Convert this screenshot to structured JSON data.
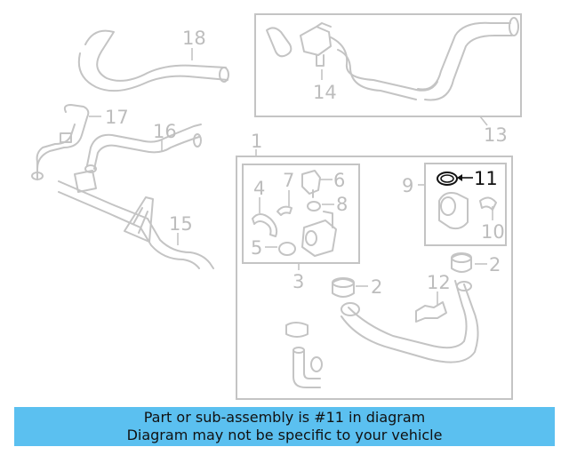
{
  "callouts": {
    "c1": "1",
    "c2a": "2",
    "c2b": "2",
    "c3": "3",
    "c4": "4",
    "c5": "5",
    "c6": "6",
    "c7": "7",
    "c8": "8",
    "c9": "9",
    "c10": "10",
    "c11": "11",
    "c12": "12",
    "c13": "13",
    "c14": "14",
    "c15": "15",
    "c16": "16",
    "c17": "17",
    "c18": "18"
  },
  "highlighted_part": "11",
  "banner": {
    "line1": "Part or sub-assembly is #11 in diagram",
    "line2": "Diagram may not be specific to your vehicle"
  },
  "colors": {
    "banner_bg": "#5bc0f0",
    "part_stroke": "#c4c4c4",
    "highlight": "#111111"
  }
}
